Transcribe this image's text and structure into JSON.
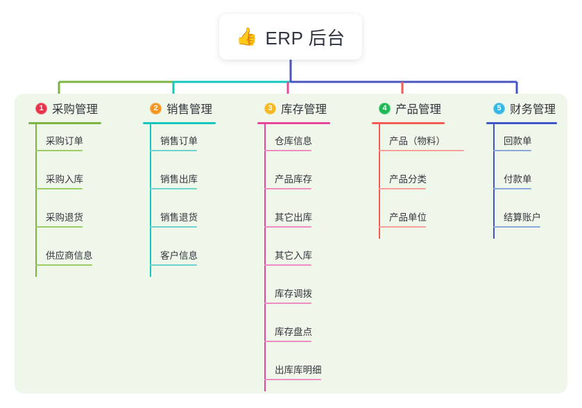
{
  "root": {
    "icon": "thumbs-up-icon",
    "icon_glyph": "👍",
    "title": "ERP 后台"
  },
  "palette": {
    "panel_bg": "#eef7ea",
    "card_bg": "#ffffff",
    "text": "#32363c",
    "root_connector": "#4b55c0"
  },
  "columns": [
    {
      "number": "1",
      "title": "采购管理",
      "accent": "#7cb342",
      "line": "#9ccc65",
      "badge_color": "#e8334a",
      "items": [
        {
          "label": "采购订单"
        },
        {
          "label": "采购入库"
        },
        {
          "label": "采购退货"
        },
        {
          "label": "供应商信息"
        }
      ]
    },
    {
      "number": "2",
      "title": "销售管理",
      "accent": "#16c6bd",
      "line": "#6fd3cd",
      "badge_color": "#f5941f",
      "items": [
        {
          "label": "销售订单"
        },
        {
          "label": "销售出库"
        },
        {
          "label": "销售退货"
        },
        {
          "label": "客户信息"
        }
      ]
    },
    {
      "number": "3",
      "title": "库存管理",
      "accent": "#e8469b",
      "line": "#ef8cc2",
      "badge_color": "#f5b722",
      "items": [
        {
          "label": "仓库信息"
        },
        {
          "label": "产品库存"
        },
        {
          "label": "其它出库"
        },
        {
          "label": "其它入库"
        },
        {
          "label": "库存调拨"
        },
        {
          "label": "库存盘点"
        },
        {
          "label": "出库库明细"
        }
      ]
    },
    {
      "number": "4",
      "title": "产品管理",
      "accent": "#f55b52",
      "line": "#f79f98",
      "badge_color": "#1db954",
      "items": [
        {
          "label": "产品（物料）"
        },
        {
          "label": "产品分类"
        },
        {
          "label": "产品单位"
        }
      ]
    },
    {
      "number": "5",
      "title": "财务管理",
      "accent": "#4055c8",
      "line": "#8ca6de",
      "badge_color": "#32b6e8",
      "items": [
        {
          "label": "回款单"
        },
        {
          "label": "付款单"
        },
        {
          "label": "结算账户"
        }
      ]
    }
  ]
}
